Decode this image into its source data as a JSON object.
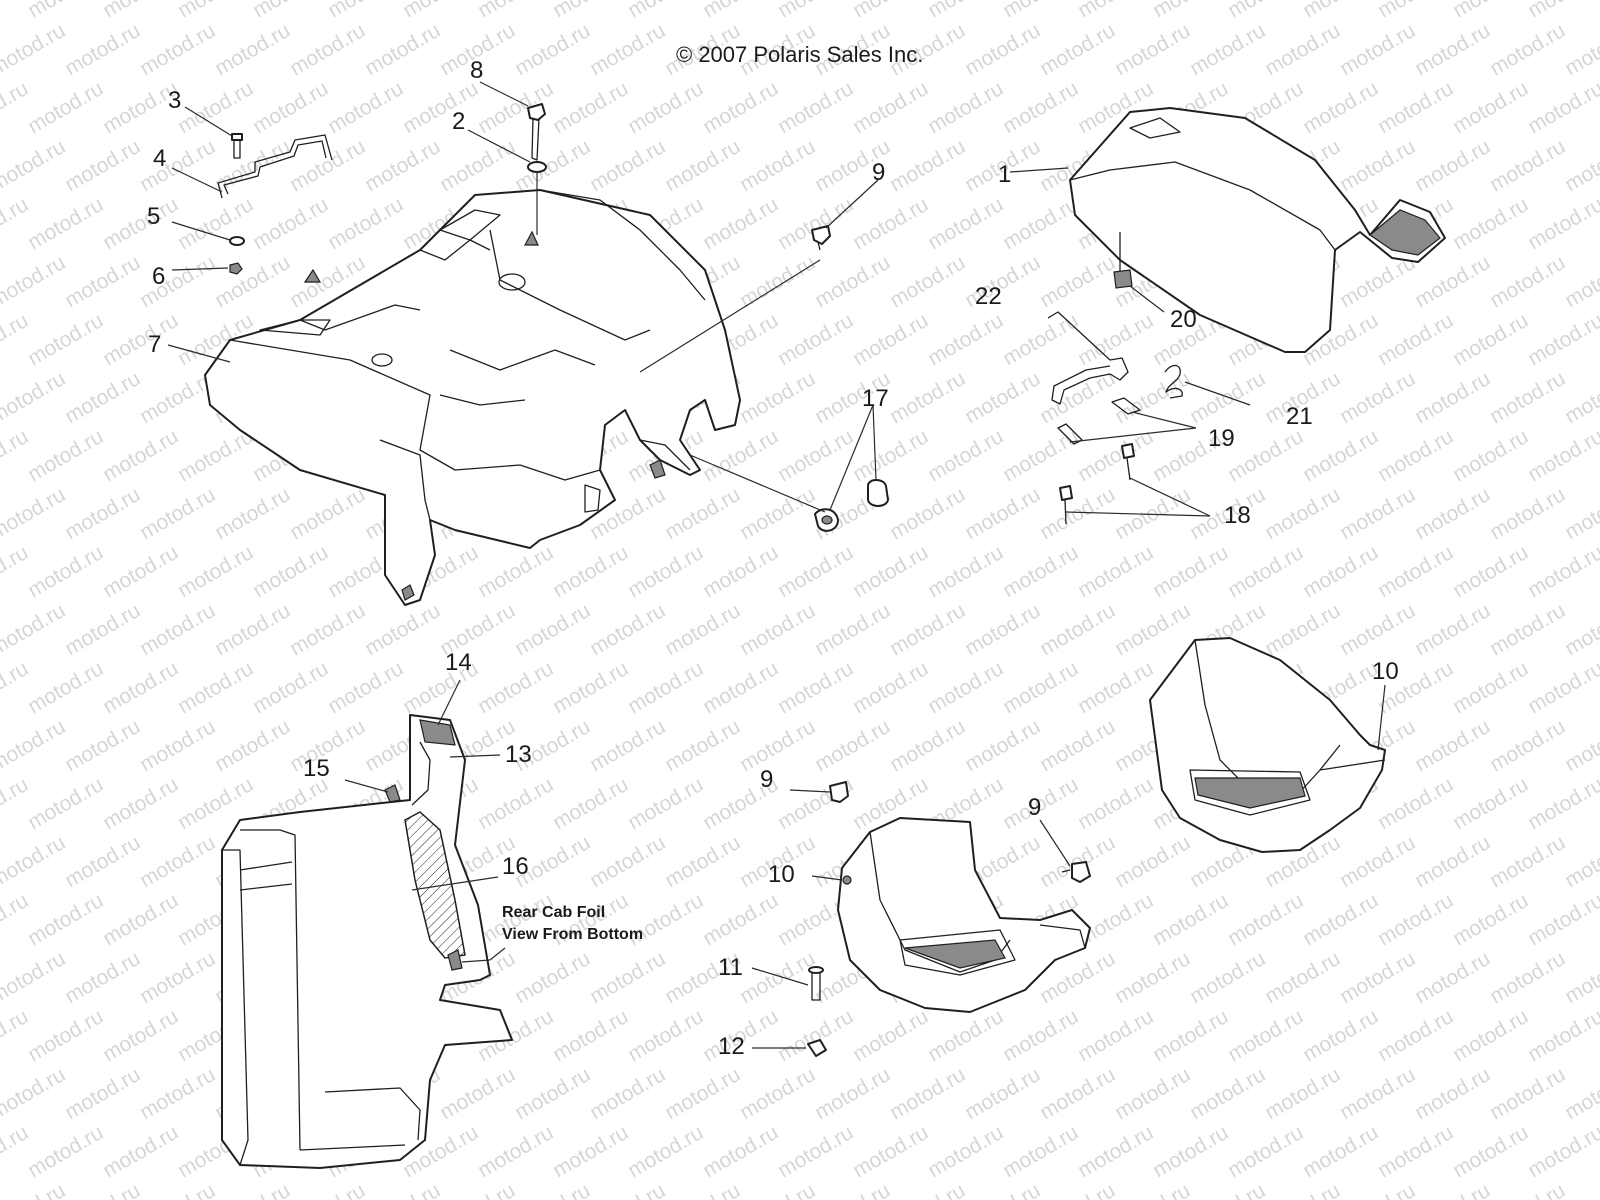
{
  "copyright": "© 2007 Polaris Sales Inc.",
  "watermark": "motod.ru",
  "note_line1": "Rear Cab Foil",
  "note_line2": "View From Bottom",
  "callouts": {
    "c1": "1",
    "c2": "2",
    "c3": "3",
    "c4": "4",
    "c5": "5",
    "c6": "6",
    "c7": "7",
    "c8": "8",
    "c9a": "9",
    "c9b": "9",
    "c9c": "9",
    "c10a": "10",
    "c10b": "10",
    "c11": "11",
    "c12": "12",
    "c13": "13",
    "c14": "14",
    "c15": "15",
    "c16": "16",
    "c17": "17",
    "c18": "18",
    "c19": "19",
    "c20": "20",
    "c21": "21",
    "c22": "22"
  },
  "colors": {
    "line": "#1f1f1f",
    "watermark": "#d6d6d6",
    "shade": "#8a8a8a",
    "background": "#ffffff"
  }
}
